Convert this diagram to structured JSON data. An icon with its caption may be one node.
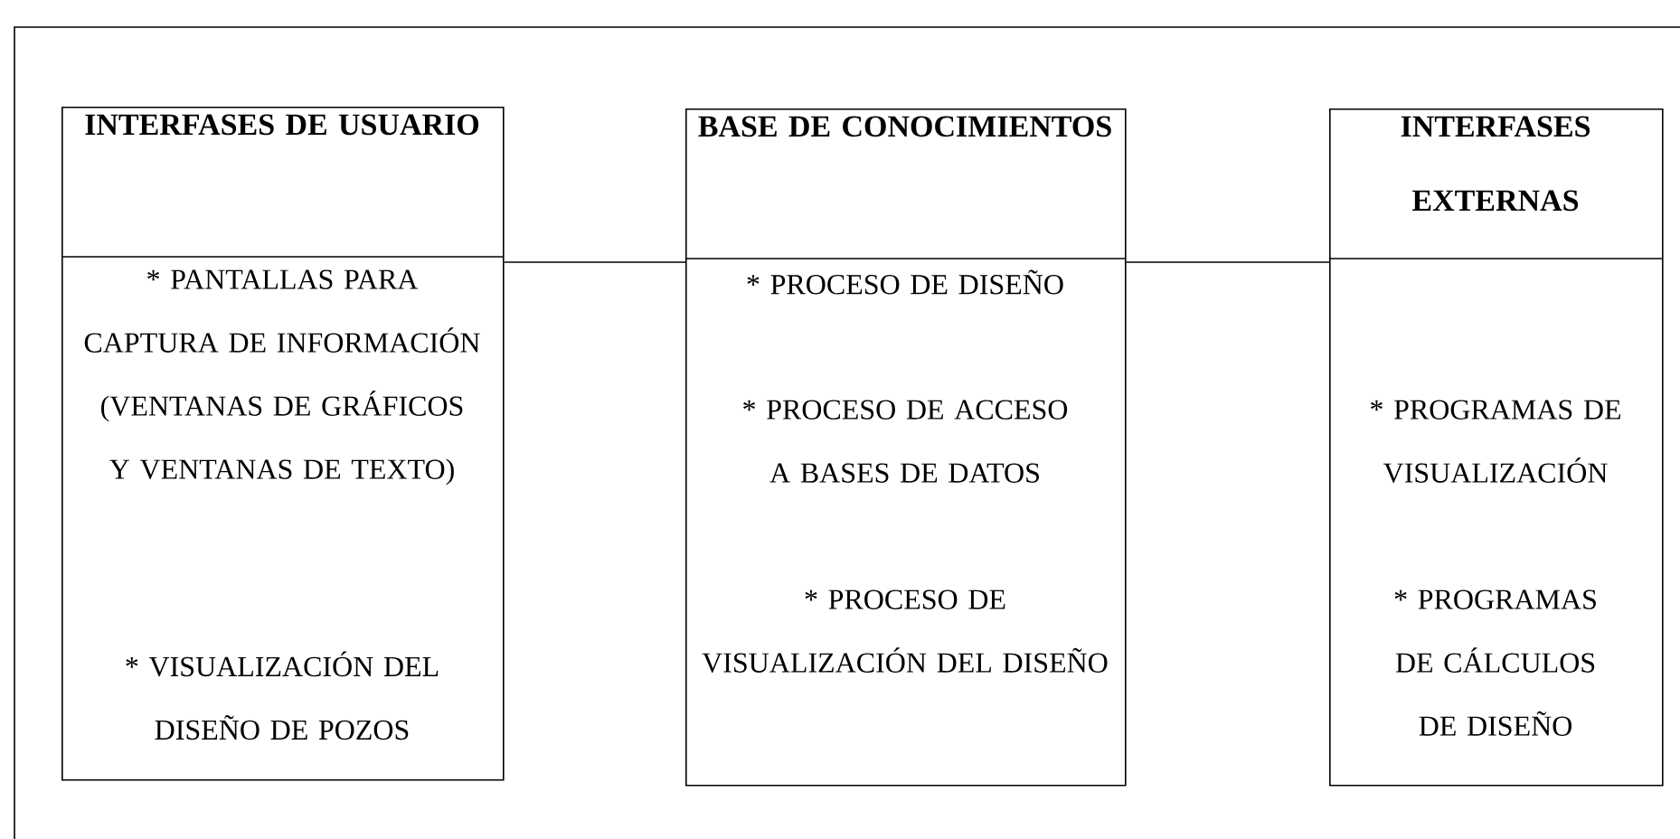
{
  "diagram": {
    "nodes": [
      {
        "text": [
          "INTERFASES DE USUARIO",
          "* PANTALLAS PARA CAPTURA DE INFORMACIÓN (VENTANAS DE GRÁFICOS Y VENTANAS DE TEXTO)",
          "* VISUALIZACIÓN DEL DISEÑO DE POZOS"
        ]
      },
      {
        "text": [
          "BASE DE CONOCIMIENTOS",
          "* PROCESO DE DISEÑO",
          "* PROCESO DE ACCESO A BASES DE DATOS",
          "* PROCESO DE VISUALIZACIÓN DEL DISEÑO"
        ]
      },
      {
        "text": [
          "INTERFASES EXTERNAS",
          "* PROGRAMAS DE VISUALIZACIÓN",
          "* PROGRAMAS DE CÁLCULOS DE DISEÑO"
        ]
      }
    ],
    "edges": [
      {
        "from": 0,
        "to": 1,
        "arrow": "none"
      },
      {
        "from": 1,
        "to": 2,
        "arrow": "none"
      }
    ]
  }
}
